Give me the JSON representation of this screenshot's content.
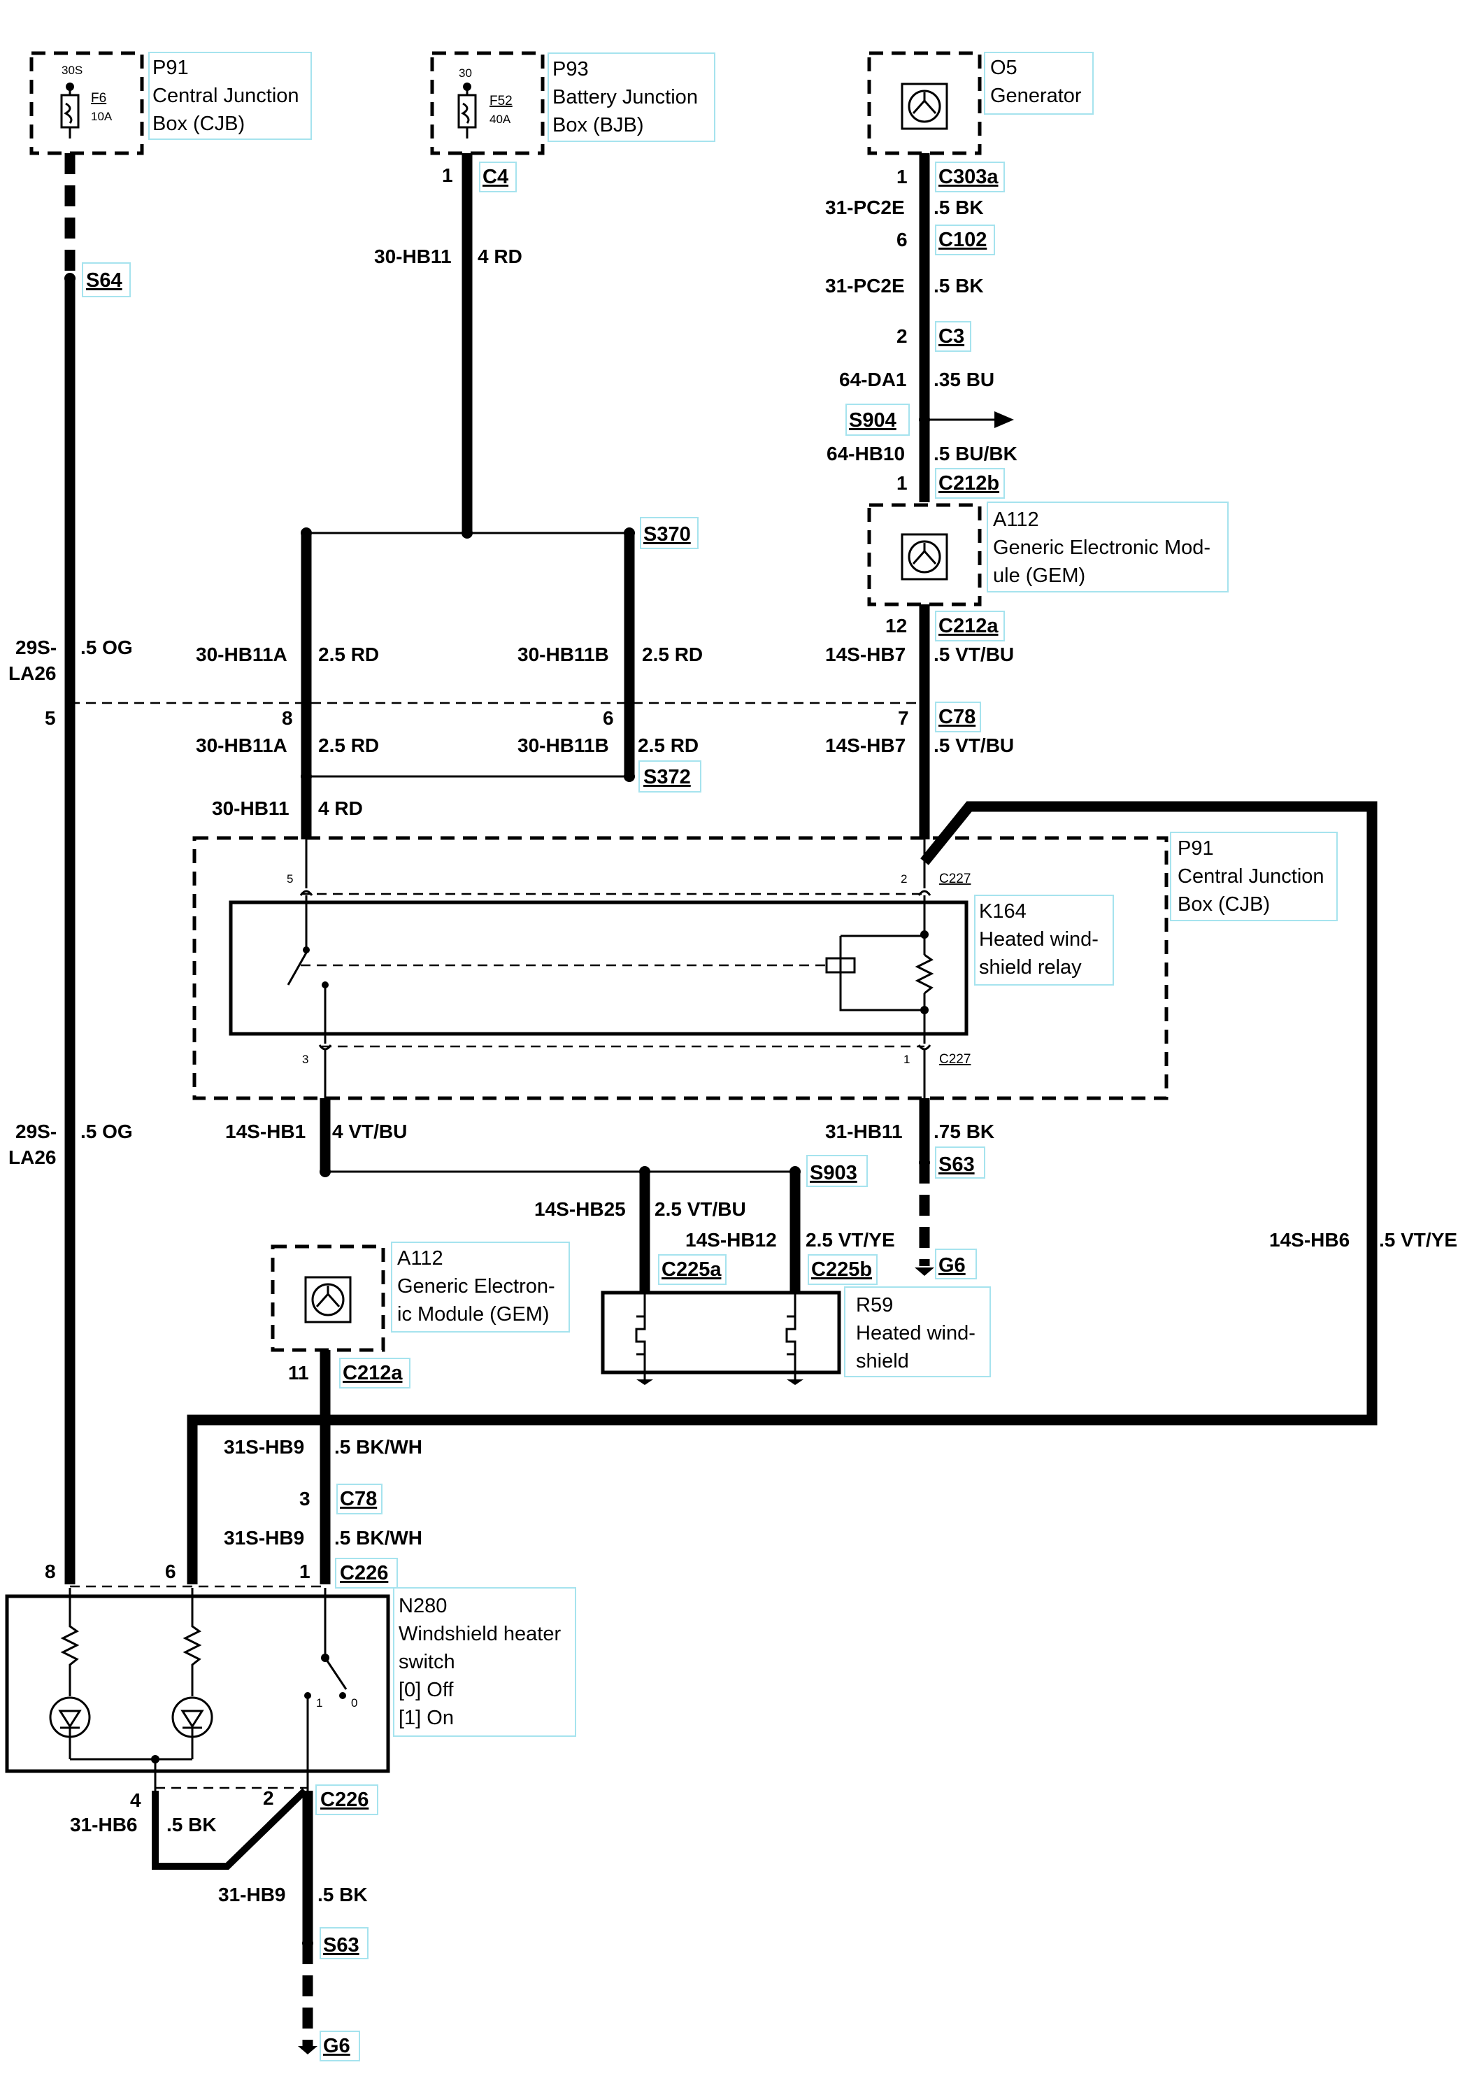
{
  "components": {
    "p91_top": {
      "lines": [
        "P91",
        "Central Junction",
        "Box (CJB)"
      ],
      "fuse": "F6",
      "rating": "10A",
      "terminal": "30S"
    },
    "p93": {
      "lines": [
        "P93",
        "Battery Junction",
        "Box (BJB)"
      ],
      "fuse": "F52",
      "rating": "40A",
      "terminal": "30"
    },
    "o5": {
      "lines": [
        "O5",
        "Generator"
      ]
    },
    "a112_top": {
      "lines": [
        "A112",
        "Generic Electronic Mod-",
        "ule (GEM)"
      ]
    },
    "p91_mid": {
      "lines": [
        "P91",
        "Central Junction",
        "Box (CJB)"
      ]
    },
    "k164": {
      "lines": [
        "K164",
        "Heated wind-",
        "shield relay"
      ]
    },
    "a112_bottom": {
      "lines": [
        "A112",
        "Generic Electron-",
        "ic Module (GEM)"
      ]
    },
    "r59": {
      "lines": [
        "R59",
        "Heated wind-",
        "shield"
      ]
    },
    "n280": {
      "lines": [
        "N280",
        "Windshield heater",
        "switch",
        "[0] Off",
        "[1] On"
      ],
      "pos1": "1",
      "pos0": "0"
    }
  },
  "connectors": {
    "c4": "C4",
    "c303a": "C303a",
    "c102": "C102",
    "c3": "C3",
    "s904": "S904",
    "c212b": "C212b",
    "c212a_top": "C212a",
    "s64": "S64",
    "s370": "S370",
    "c78_mid": "C78",
    "s372": "S372",
    "c227_top": "C227",
    "c227_bot": "C227",
    "s903": "S903",
    "s63_right": "S63",
    "c225a": "C225a",
    "c225b": "C225b",
    "g6_right": "G6",
    "c212a_bot": "C212a",
    "c78_bot": "C78",
    "c226_top": "C226",
    "c226_bot": "C226",
    "s63_bot": "S63",
    "g6_bot": "G6"
  },
  "wires": {
    "w_30hb11_top": {
      "id": "30-HB11",
      "spec": "4 RD"
    },
    "w_31pc2e_a": {
      "id": "31-PC2E",
      "spec": ".5 BK"
    },
    "w_31pc2e_b": {
      "id": "31-PC2E",
      "spec": ".5 BK"
    },
    "w_64da1": {
      "id": "64-DA1",
      "spec": ".35 BU"
    },
    "w_64hb10": {
      "id": "64-HB10",
      "spec": ".5 BU/BK"
    },
    "w_29s_a": {
      "id1": "29S-",
      "id2": "LA26",
      "spec": ".5 OG"
    },
    "w_30hb11a_a": {
      "id": "30-HB11A",
      "spec": "2.5 RD"
    },
    "w_30hb11b_a": {
      "id": "30-HB11B",
      "spec": "2.5 RD"
    },
    "w_14shb7_a": {
      "id": "14S-HB7",
      "spec": ".5 VT/BU"
    },
    "w_30hb11a_b": {
      "id": "30-HB11A",
      "spec": "2.5 RD"
    },
    "w_30hb11b_b": {
      "id": "30-HB11B",
      "spec": "2.5 RD"
    },
    "w_14shb7_b": {
      "id": "14S-HB7",
      "spec": ".5 VT/BU"
    },
    "w_30hb11_mid": {
      "id": "30-HB11",
      "spec": "4 RD"
    },
    "w_29s_b": {
      "id1": "29S-",
      "id2": "LA26",
      "spec": ".5 OG"
    },
    "w_14shb1": {
      "id": "14S-HB1",
      "spec": "4 VT/BU"
    },
    "w_31hb11": {
      "id": "31-HB11",
      "spec": ".75 BK"
    },
    "w_14shb25": {
      "id": "14S-HB25",
      "spec": "2.5 VT/BU"
    },
    "w_14shb12": {
      "id": "14S-HB12",
      "spec": "2.5 VT/YE"
    },
    "w_14shb6": {
      "id": "14S-HB6",
      "spec": ".5 VT/YE"
    },
    "w_31shb9_a": {
      "id": "31S-HB9",
      "spec": ".5 BK/WH"
    },
    "w_31shb9_b": {
      "id": "31S-HB9",
      "spec": ".5 BK/WH"
    },
    "w_31hb6": {
      "id": "31-HB6",
      "spec": ".5 BK"
    },
    "w_31hb9": {
      "id": "31-HB9",
      "spec": ".5 BK"
    }
  },
  "pins": {
    "c4": "1",
    "c303a": "1",
    "c102": "6",
    "c3": "2",
    "c212b": "1",
    "c212a_top": "12",
    "c78_left": "5",
    "c78_a": "8",
    "c78_b": "6",
    "c78_c": "7",
    "k_5": "5",
    "k_2": "2",
    "k_3": "3",
    "k_1": "1",
    "c212a_bot": "11",
    "c78_bot": "3",
    "c226_8": "8",
    "c226_6": "6",
    "c226_1": "1",
    "c226_4": "4",
    "c226_2": "2"
  }
}
